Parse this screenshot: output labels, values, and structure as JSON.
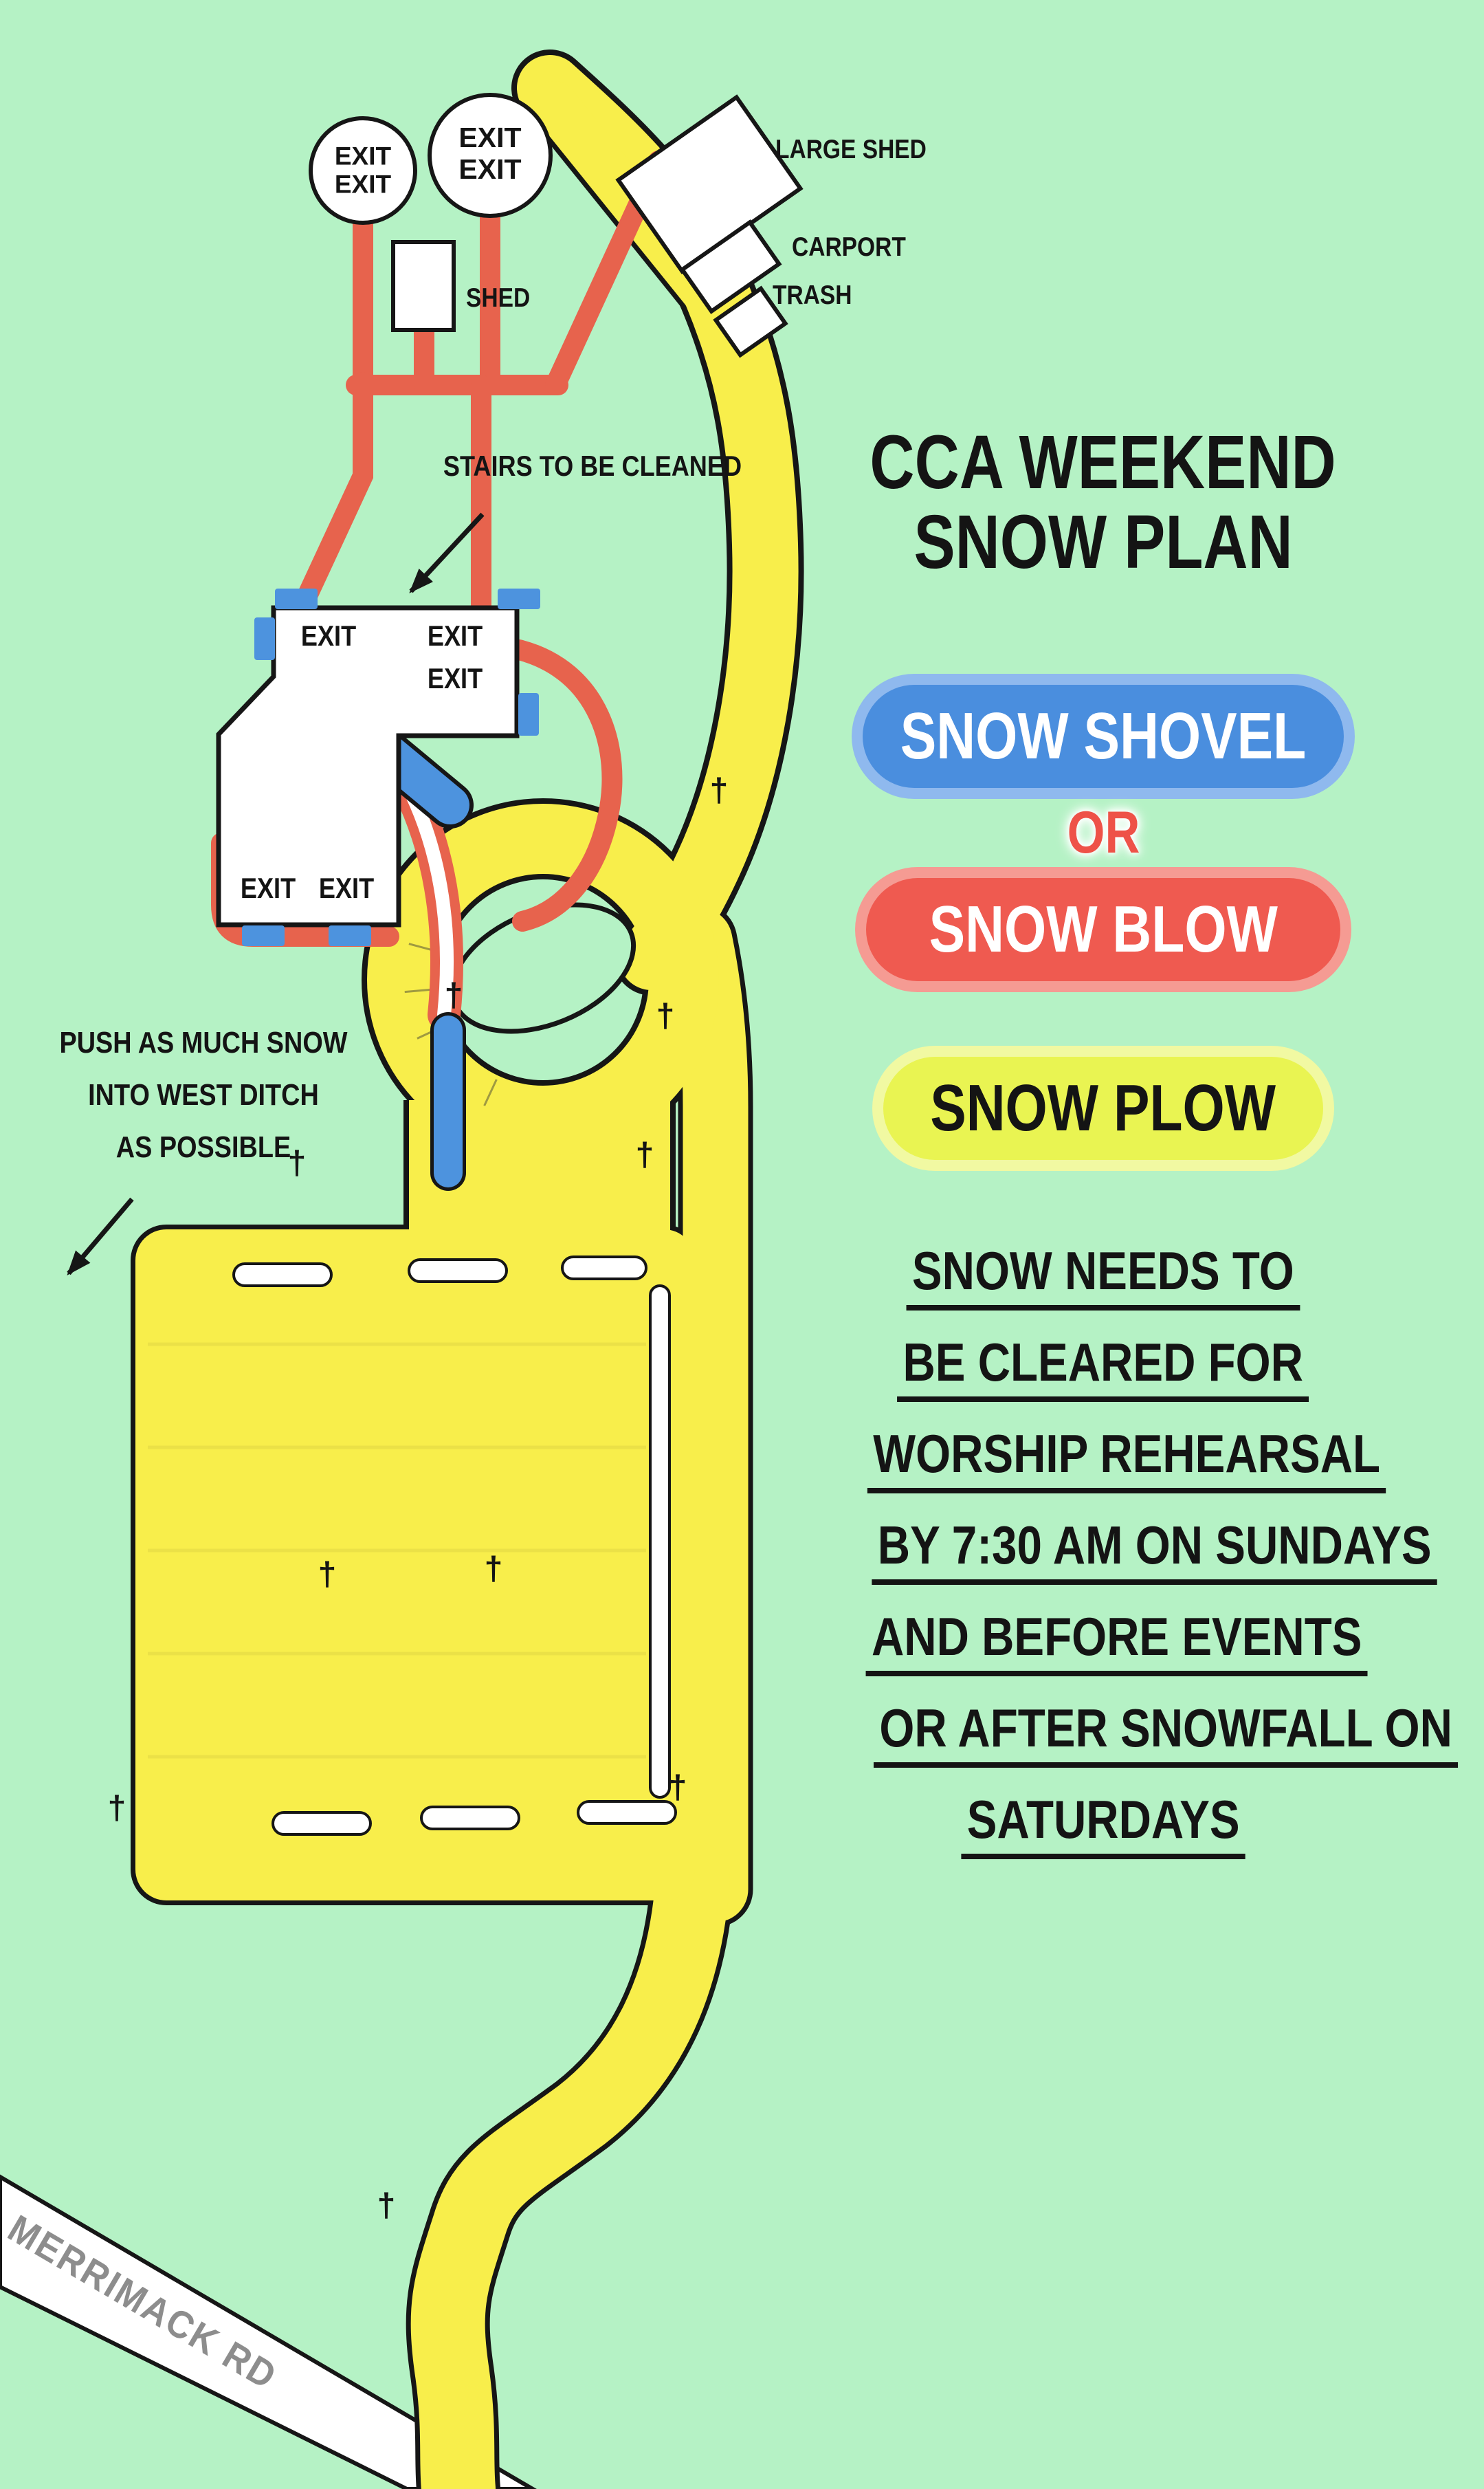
{
  "map": {
    "exit_circles": {
      "c1": [
        "EXIT",
        "EXIT"
      ],
      "c2": [
        "EXIT",
        "EXIT"
      ]
    },
    "labels": {
      "large_shed": "LARGE SHED",
      "carport": "CARPORT",
      "trash": "TRASH",
      "shed": "SHED",
      "stairs_note": "STAIRS TO BE CLEANED",
      "road": "MERRIMACK RD",
      "marker": "†"
    },
    "building_exits": {
      "top_left": "EXIT",
      "top_right_upper": "EXIT",
      "top_right_lower": "EXIT",
      "bottom_left": "EXIT",
      "bottom_right": "EXIT"
    },
    "push_note": [
      "PUSH AS MUCH SNOW",
      "INTO WEST DITCH",
      "AS POSSIBLE"
    ],
    "colors": {
      "background": "#b5f2c5",
      "plow_path_yellow": "#f8ee4b",
      "shovel_path_red": "#e7634d",
      "shovel_zone_blue": "#4d93de",
      "building_fill": "#ffffff",
      "outline": "#161616"
    }
  },
  "panel": {
    "title_line1": "CCA WEEKEND",
    "title_line2": "SNOW PLAN",
    "shovel_label": "SNOW SHOVEL",
    "or_label": "OR",
    "blow_label": "SNOW BLOW",
    "plow_label": "SNOW PLOW",
    "note_lines": [
      "SNOW NEEDS TO",
      "BE CLEARED FOR",
      "WORSHIP REHEARSAL",
      "BY 7:30 AM ON SUNDAYS",
      "AND BEFORE EVENTS",
      "OR AFTER SNOWFALL ON",
      "SATURDAYS"
    ],
    "colors": {
      "shovel_bg": "#4a8ede",
      "blow_bg": "#ef5a50",
      "plow_bg": "#e9f452",
      "or_color": "#ee5248"
    }
  }
}
